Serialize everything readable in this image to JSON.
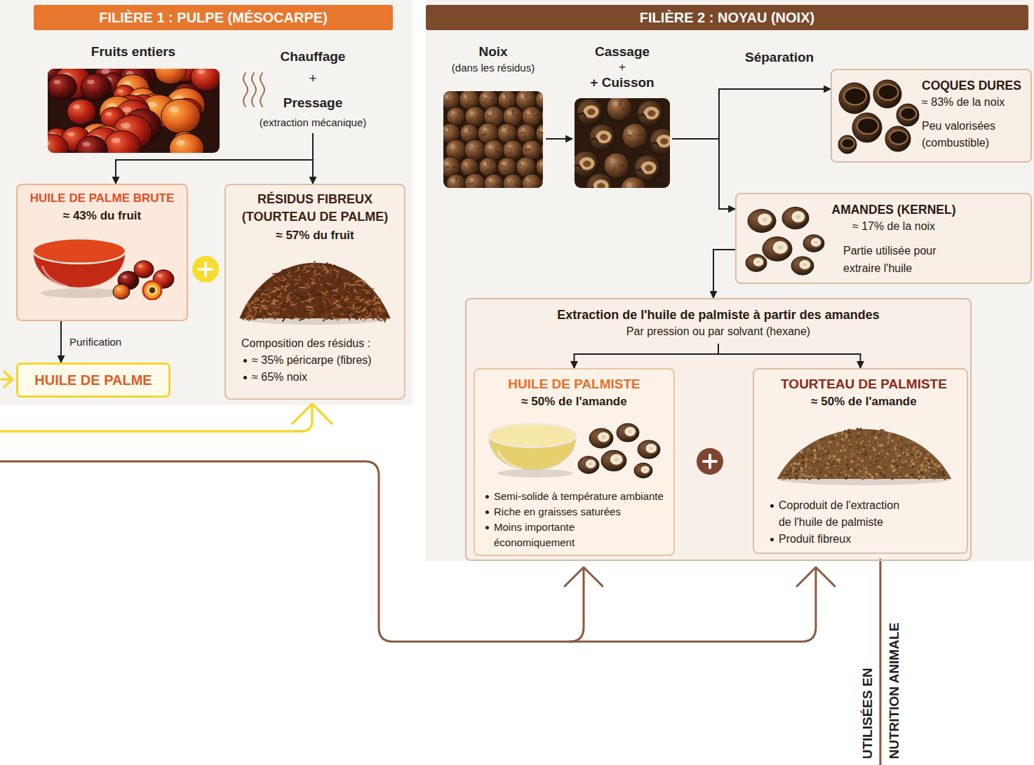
{
  "diagram": {
    "nodes": [
      {
        "text": [
          "FILIÈRE 1 : PULPE (MÉSOCARPE)"
        ]
      },
      {
        "text": [
          "Fruits entiers"
        ]
      },
      {
        "text": [
          "Chauffage",
          "+",
          "Pressage",
          "(extraction mécanique)"
        ]
      },
      {
        "text": [
          "HUILE DE PALME BRUTE",
          "≈ 43% du fruit"
        ]
      },
      {
        "text": [
          "RÉSIDUS FIBREUX (TOURTEAU DE PALME)",
          "≈ 57% du fruit",
          "Composition des résidus :",
          "≈ 35% péricarpe (fibres)",
          "≈ 65% noix"
        ]
      },
      {
        "text": [
          "HUILE DE PALME"
        ]
      },
      {
        "text": [
          "FILIÈRE 2 : NOYAU (NOIX)"
        ]
      },
      {
        "text": [
          "Noix",
          "(dans les résidus)"
        ]
      },
      {
        "text": [
          "Cassage",
          "+",
          "+ Cuisson"
        ]
      },
      {
        "text": [
          "COQUES DURES",
          "≈ 83% de la noix",
          "Peu valorisées (combustible)"
        ]
      },
      {
        "text": [
          "AMANDES (KERNEL)",
          "≈ 17% de la noix",
          "Partie utilisée pour extraire l'huile"
        ]
      },
      {
        "text": [
          "Extraction de l'huile de palmiste à partir des amandes",
          "Par pression ou par solvant (hexane)"
        ]
      },
      {
        "text": [
          "HUILE DE PALMISTE",
          "≈ 50% de l'amande",
          "Semi-solide à température ambiante",
          "Riche en graisses saturées",
          "Moins importante économiquement"
        ],
        "in": 11
      },
      {
        "text": [
          "TOURTEAU DE PALMISTE",
          "≈ 50% de l'amande",
          "Coproduit de l'extraction de l'huile de palmiste",
          "Produit fibreux"
        ],
        "in": 11
      }
    ],
    "edges": [
      {
        "from": 2,
        "to": 3,
        "arrow": "to"
      },
      {
        "from": 2,
        "to": 4,
        "arrow": "to"
      },
      {
        "from": 3,
        "to": 5,
        "label": "Purification",
        "arrow": "to"
      },
      {
        "from": 7,
        "to": 8,
        "arrow": "to"
      },
      {
        "from": 8,
        "to": 9,
        "arrow": "to"
      },
      {
        "from": 8,
        "to": 10,
        "arrow": "to"
      },
      {
        "from": 10,
        "to": 11,
        "arrow": "to"
      },
      {
        "from": 11,
        "to": 12,
        "arrow": "to"
      },
      {
        "from": 11,
        "to": 13,
        "arrow": "to"
      }
    ],
    "labels": [
      "Séparation",
      "UTILISÉES EN NUTRITION ANIMALE"
    ]
  }
}
